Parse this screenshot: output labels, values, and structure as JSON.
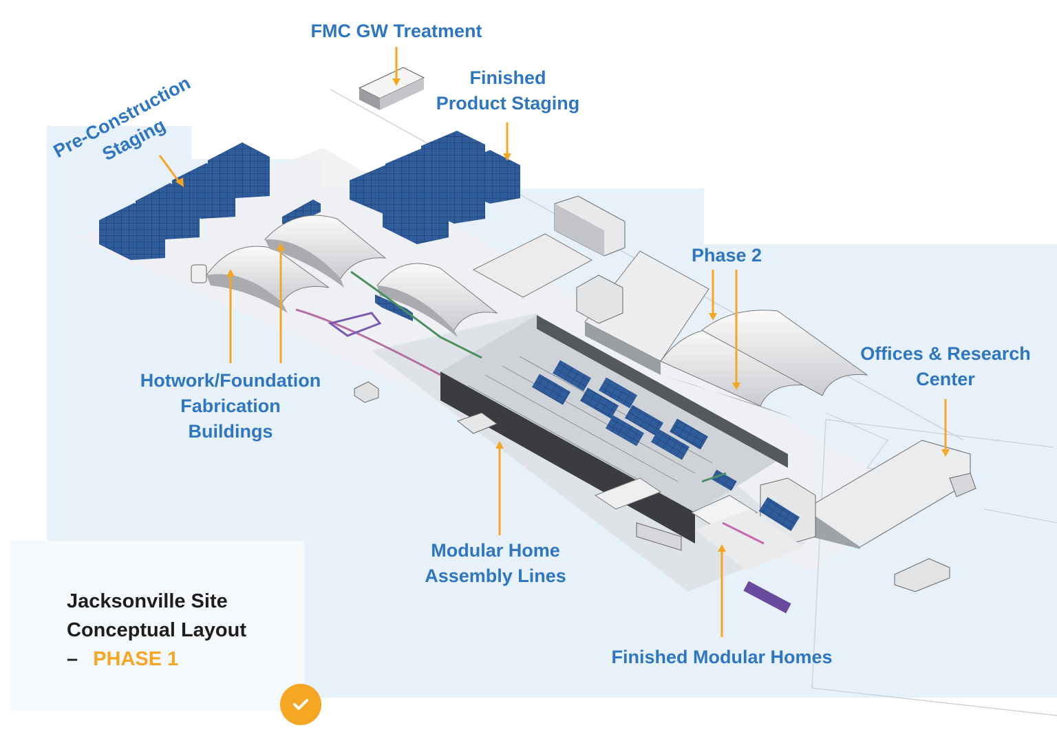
{
  "labels": {
    "fmc": "FMC GW Treatment",
    "finished_product_1": "Finished",
    "finished_product_2": "Product Staging",
    "preconstruction_1": "Pre-Construction",
    "preconstruction_2": "Staging",
    "phase2": "Phase 2",
    "offices_1": "Offices & Research",
    "offices_2": "Center",
    "hotwork_1": "Hotwork/Foundation",
    "hotwork_2": "Fabrication",
    "hotwork_3": "Buildings",
    "modular_assembly_1": "Modular Home",
    "modular_assembly_2": "Assembly Lines",
    "finished_homes": "Finished Modular Homes"
  },
  "title": {
    "line1": "Jacksonville Site",
    "line2": "Conceptual Layout",
    "dash": "–",
    "phase": "PHASE 1"
  },
  "icons": {
    "check": "check-icon"
  },
  "colors": {
    "label_blue": "#2f76c0",
    "arrow_orange": "#f5a623",
    "title_dark": "#1d1d1d",
    "phase_orange": "#f5a623",
    "panel_blue": "#e7f1fa",
    "container_blue": "#2a5592",
    "building_gray": "#e9eaec"
  }
}
